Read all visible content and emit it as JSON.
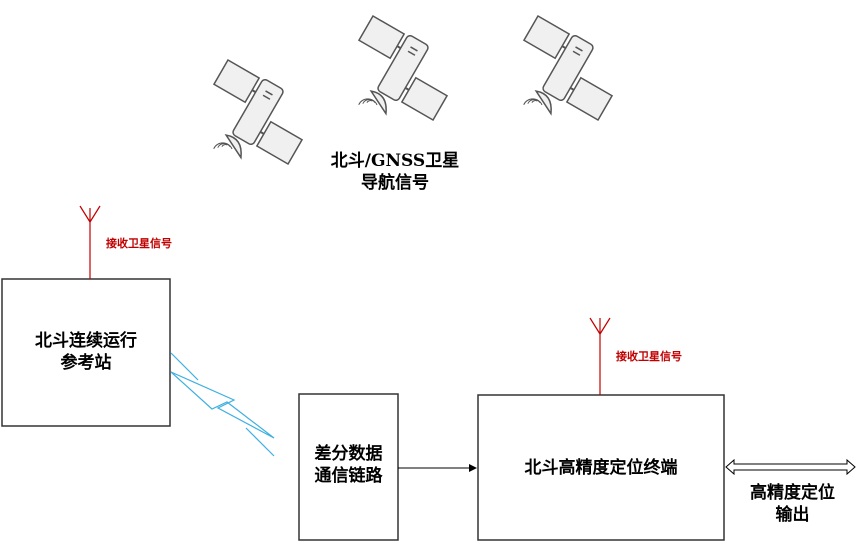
{
  "satellites_label": [
    "北斗/GNSS卫星",
    "导航信号"
  ],
  "reference_station": [
    "北斗连续运行",
    "参考站"
  ],
  "antenna_label_station": "接收卫星信号",
  "antenna_label_terminal": "接收卫星信号",
  "diff_link": [
    "差分数据",
    "通信链路"
  ],
  "terminal": "北斗高精度定位终端",
  "output": [
    "高精度定位",
    "输出"
  ],
  "colors": {
    "signal": "#c00000",
    "wireless": "#3fb0e0",
    "stroke": "#333333"
  }
}
